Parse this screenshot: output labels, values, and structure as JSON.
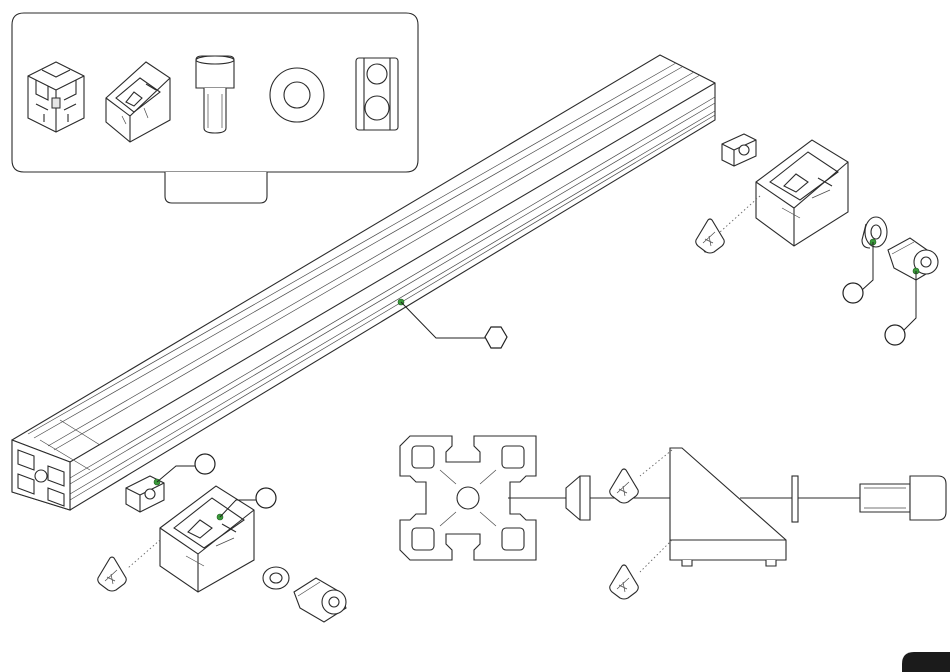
{
  "diagram": {
    "parts_list": [
      {
        "part": "aluminium-extrusion-profile",
        "icon": "extrusion-profile-icon"
      },
      {
        "part": "corner-bracket",
        "icon": "corner-bracket-icon"
      },
      {
        "part": "socket-head-screw",
        "icon": "screw-icon"
      },
      {
        "part": "washer",
        "icon": "washer-icon"
      },
      {
        "part": "t-slot-nut",
        "icon": "t-nut-icon"
      }
    ],
    "callouts": [
      {
        "id": "profile",
        "label": ""
      },
      {
        "id": "washer-top",
        "label": ""
      },
      {
        "id": "screw-top",
        "label": ""
      },
      {
        "id": "tnut-bottom",
        "label": ""
      },
      {
        "id": "bracket-bottom",
        "label": ""
      }
    ],
    "warning_icon": "hand-tool-warning-icon",
    "colors": {
      "line": "#2b2b2b",
      "highlight_dot": "#3a9a3a",
      "page_tab": "#1b1b1b"
    }
  }
}
